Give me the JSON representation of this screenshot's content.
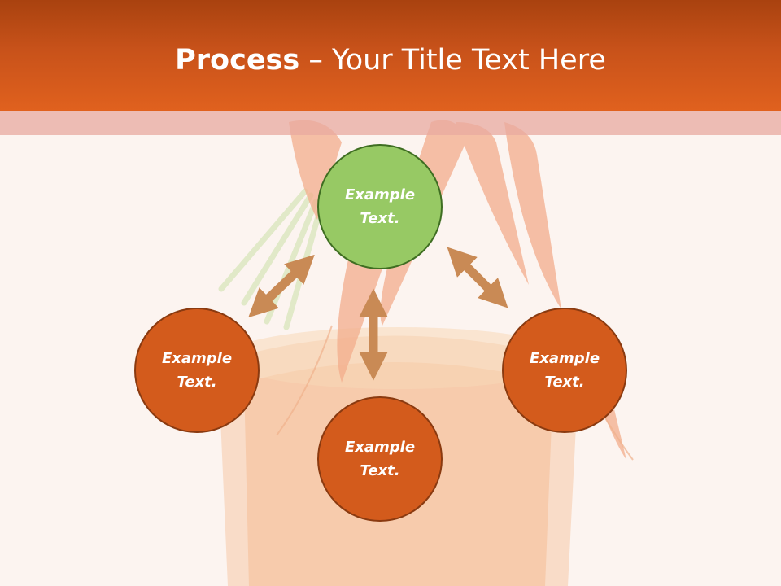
{
  "slide": {
    "title_bold": "Process",
    "title_rest": " – Your Title Text Here"
  },
  "colors": {
    "header": "#d45a1a",
    "node_orange": "#d35b1c",
    "node_green": "#97c964",
    "arrow": "#c98a55"
  },
  "diagram": {
    "nodes": [
      {
        "id": "top",
        "label": "Example Text.",
        "color": "green"
      },
      {
        "id": "left",
        "label": "Example Text.",
        "color": "orange"
      },
      {
        "id": "right",
        "label": "Example Text.",
        "color": "orange"
      },
      {
        "id": "bottom",
        "label": "Example Text.",
        "color": "orange"
      }
    ],
    "connectors": [
      {
        "from": "top",
        "to": "left",
        "type": "double-arrow"
      },
      {
        "from": "top",
        "to": "right",
        "type": "double-arrow"
      },
      {
        "from": "top",
        "to": "bottom",
        "type": "double-arrow"
      }
    ]
  }
}
